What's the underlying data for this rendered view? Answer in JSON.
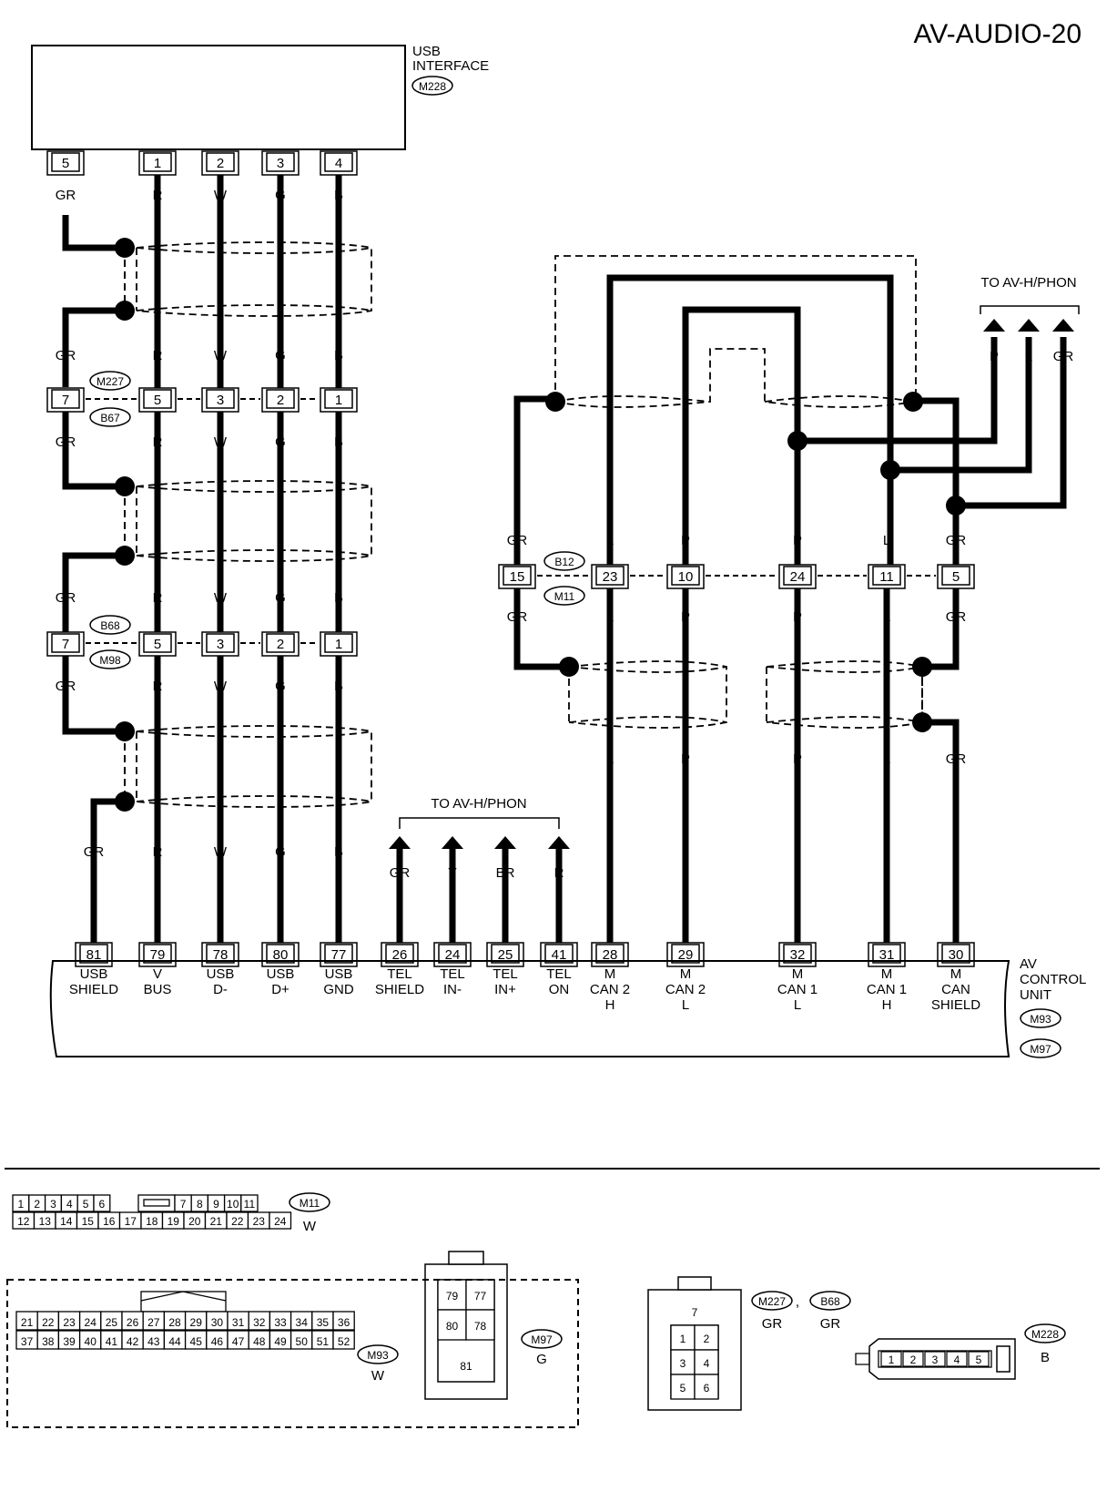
{
  "title": "AV-AUDIO-20",
  "usb_interface": {
    "name": [
      "USB",
      "INTERFACE"
    ],
    "connector": "M228"
  },
  "usb_columns": [
    {
      "top_pin": "5",
      "j1_pin": "7",
      "j2_pin": "7",
      "bot_pin": "81",
      "color": "GR",
      "label": [
        "USB",
        "SHIELD"
      ]
    },
    {
      "top_pin": "1",
      "j1_pin": "5",
      "j2_pin": "5",
      "bot_pin": "79",
      "color": "R",
      "label": [
        "V",
        "BUS"
      ]
    },
    {
      "top_pin": "2",
      "j1_pin": "3",
      "j2_pin": "3",
      "bot_pin": "78",
      "color": "W",
      "label": [
        "USB",
        "D-"
      ]
    },
    {
      "top_pin": "3",
      "j1_pin": "2",
      "j2_pin": "2",
      "bot_pin": "80",
      "color": "G",
      "label": [
        "USB",
        "D+"
      ]
    },
    {
      "top_pin": "4",
      "j1_pin": "1",
      "j2_pin": "1",
      "bot_pin": "77",
      "color": "B",
      "label": [
        "USB",
        "GND"
      ]
    }
  ],
  "joint1": {
    "upper": "M227",
    "lower": "B67"
  },
  "joint2": {
    "upper": "B68",
    "lower": "M98"
  },
  "tel": {
    "to_label": "TO AV-H/PHON",
    "wires": [
      {
        "pin": "26",
        "color": "GR",
        "label": [
          "TEL",
          "SHIELD"
        ]
      },
      {
        "pin": "24",
        "color": "Y",
        "label": [
          "TEL",
          "IN-"
        ]
      },
      {
        "pin": "25",
        "color": "BR",
        "label": [
          "TEL",
          "IN+"
        ]
      },
      {
        "pin": "41",
        "color": "R",
        "label": [
          "TEL",
          "ON"
        ]
      }
    ]
  },
  "can_joint": {
    "upper": "B12",
    "lower": "M11"
  },
  "can_columns": [
    {
      "j_pin": "15",
      "color": "GR",
      "bot_pin": "",
      "label": []
    },
    {
      "j_pin": "23",
      "color": "L",
      "bot_pin": "28",
      "label": [
        "M",
        "CAN 2",
        "H"
      ]
    },
    {
      "j_pin": "10",
      "color": "P",
      "bot_pin": "29",
      "label": [
        "M",
        "CAN 2",
        "L"
      ]
    },
    {
      "j_pin": "24",
      "color": "P",
      "bot_pin": "32",
      "label": [
        "M",
        "CAN 1",
        "L"
      ]
    },
    {
      "j_pin": "11",
      "color": "L",
      "bot_pin": "31",
      "label": [
        "M",
        "CAN 1",
        "H"
      ]
    },
    {
      "j_pin": "5",
      "color": "GR",
      "bot_pin": "30",
      "label": [
        "M",
        "CAN",
        "SHIELD"
      ]
    }
  ],
  "to_phone_right": {
    "label": "TO AV-H/PHON",
    "colors": [
      "P",
      "L",
      "GR"
    ]
  },
  "av_unit": {
    "name": [
      "AV",
      "CONTROL",
      "UNIT"
    ],
    "connectors": [
      "M93",
      "M97"
    ]
  },
  "connector_views": {
    "m11": {
      "id": "M11",
      "color": "W",
      "row1": [
        "1",
        "2",
        "3",
        "4",
        "5",
        "6",
        "7",
        "8",
        "9",
        "10",
        "11"
      ],
      "row2": [
        "12",
        "13",
        "14",
        "15",
        "16",
        "17",
        "18",
        "19",
        "20",
        "21",
        "22",
        "23",
        "24"
      ]
    },
    "m93": {
      "id": "M93",
      "color": "W",
      "row1": [
        "21",
        "22",
        "23",
        "24",
        "25",
        "26",
        "27",
        "28",
        "29",
        "30",
        "31",
        "32",
        "33",
        "34",
        "35",
        "36"
      ],
      "row2": [
        "37",
        "38",
        "39",
        "40",
        "41",
        "42",
        "43",
        "44",
        "45",
        "46",
        "47",
        "48",
        "49",
        "50",
        "51",
        "52"
      ]
    },
    "m97": {
      "id": "M97",
      "color": "G",
      "pins": [
        "79",
        "77",
        "80",
        "78",
        "81"
      ]
    },
    "m227": {
      "ids": [
        "M227",
        "B68"
      ],
      "colors": [
        "GR",
        "GR"
      ],
      "pins": [
        "7",
        "1",
        "2",
        "3",
        "4",
        "5",
        "6"
      ]
    },
    "m228": {
      "id": "M228",
      "color": "B",
      "pins": [
        "1",
        "2",
        "3",
        "4",
        "5"
      ]
    }
  }
}
